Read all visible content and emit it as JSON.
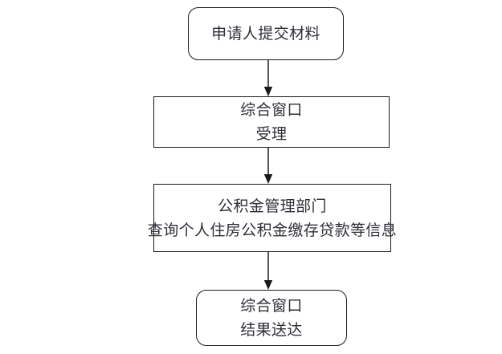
{
  "diagram": {
    "title": "",
    "type": "flowchart",
    "orientation": "top-to-bottom",
    "background_color": "#ffffff",
    "line_color": "#1a1a1a",
    "text_color": "#2f2f38",
    "nodes": [
      {
        "id": "submit-materials",
        "shape": "rounded-rectangle",
        "lines": [
          "申请人提交材料"
        ]
      },
      {
        "id": "comprehensive-window-accept",
        "shape": "rectangle",
        "lines": [
          "综合窗口",
          "受理"
        ]
      },
      {
        "id": "fund-management-query",
        "shape": "rectangle",
        "lines": [
          "公积金管理部门",
          "查询个人住房公积金缴存贷款等信息"
        ]
      },
      {
        "id": "comprehensive-window-deliver",
        "shape": "rounded-rectangle",
        "lines": [
          "综合窗口",
          "结果送达"
        ]
      }
    ],
    "edges": [
      {
        "id": "edge-1",
        "from": "submit-materials",
        "to": "comprehensive-window-accept",
        "label": "",
        "arrow": "down"
      },
      {
        "id": "edge-2",
        "from": "comprehensive-window-accept",
        "to": "fund-management-query",
        "label": "",
        "arrow": "down"
      },
      {
        "id": "edge-3",
        "from": "fund-management-query",
        "to": "comprehensive-window-deliver",
        "label": "",
        "arrow": "down"
      }
    ]
  }
}
